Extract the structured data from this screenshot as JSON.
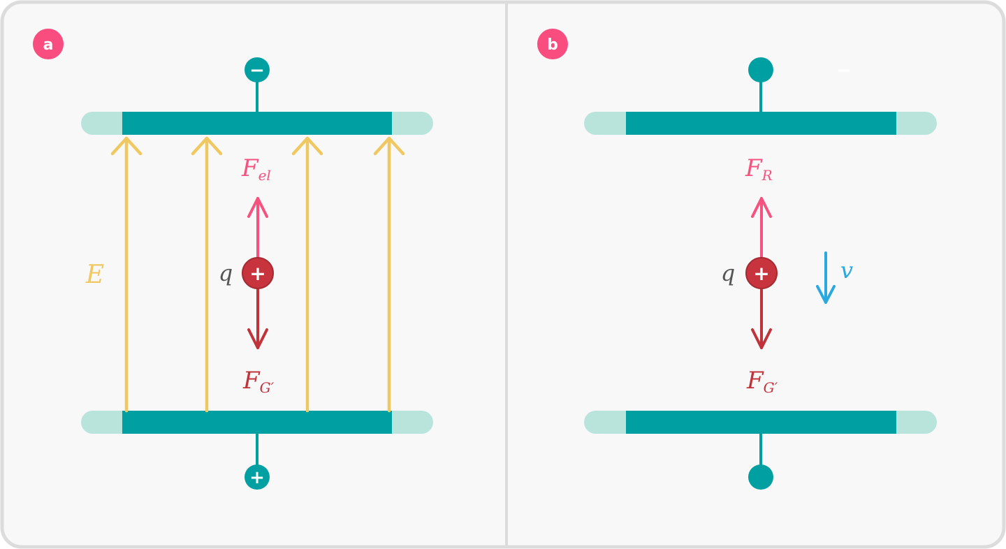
{
  "colors": {
    "background": "#f8f8f8",
    "border": "#dcdcdc",
    "plate_dark": "#00a0a2",
    "plate_light": "#b8e4db",
    "field": "#f0c862",
    "force_up": "#f5527f",
    "force_down": "#c1333b",
    "charge": "#c7343d",
    "velocity": "#2aa8e0",
    "badge": "#f94d7f",
    "label": "#555555"
  },
  "panel_a": {
    "badge": "a",
    "top_terminal_sign": "−",
    "bottom_terminal_sign": "+",
    "field_label": "E",
    "charge_label": "q",
    "charge_sign": "+",
    "force_up_main": "F",
    "force_up_sub": "el",
    "force_down_main": "F",
    "force_down_sub": "G′",
    "field_arrow_count": 4
  },
  "panel_b": {
    "badge": "b",
    "top_terminal_mark": "−",
    "charge_label": "q",
    "charge_sign": "+",
    "force_up_main": "F",
    "force_up_sub": "R",
    "force_down_main": "F",
    "force_down_sub": "G′",
    "velocity_label": "v"
  }
}
